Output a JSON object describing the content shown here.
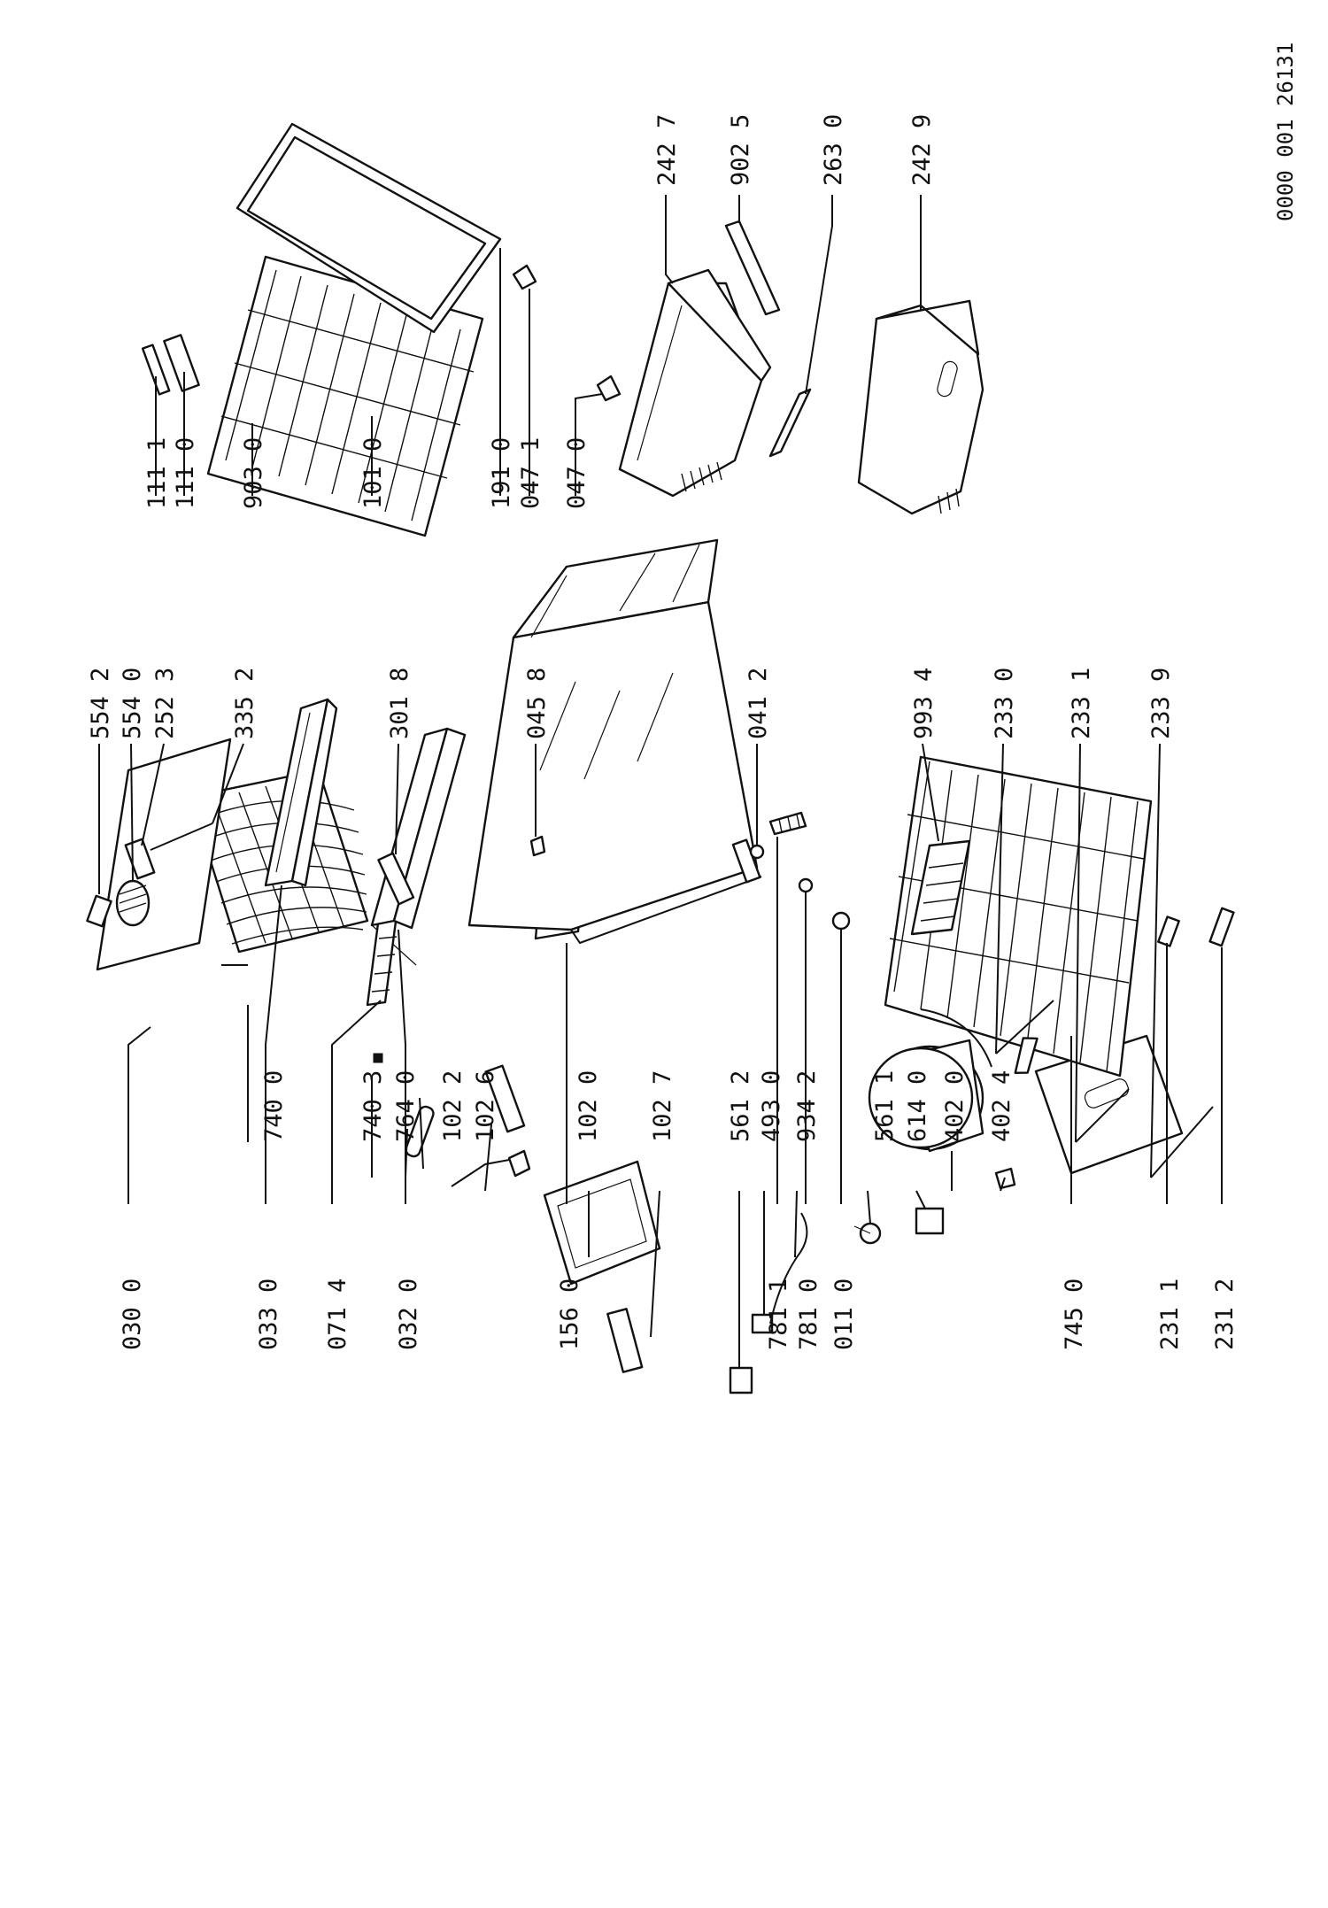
{
  "doc_number": "0000 001 26131",
  "labels": {
    "p740_0": "740 0",
    "p740_3": "740 3",
    "p764_0": "764 0",
    "p102_2": "102 2",
    "p102_6": "102 6",
    "p102_0": "102 0",
    "p102_7": "102 7",
    "p561_2": "561 2",
    "p493_0": "493 0",
    "p934_2": "934 2",
    "p561_1": "561 1",
    "p614_0": "614 0",
    "p402_0": "402 0",
    "p402_4": "402 4",
    "p030_0": "030 0",
    "p033_0": "033 0",
    "p071_4": "071 4",
    "p032_0": "032 0",
    "p156_0": "156 0",
    "p781_1": "781 1",
    "p781_0": "781 0",
    "p011_0": "011 0",
    "p745_0": "745 0",
    "p231_1": "231 1",
    "p231_2": "231 2",
    "p554_2": "554 2",
    "p554_0": "554 0",
    "p252_3": "252 3",
    "p335_2": "335 2",
    "p301_8": "301 8",
    "p045_8": "045 8",
    "p041_2": "041 2",
    "p993_4": "993 4",
    "p233_0": "233 0",
    "p233_1": "233 1",
    "p233_9": "233 9",
    "p111_1": "111 1",
    "p111_0": "111 0",
    "p903_0": "903 0",
    "p101_0": "101 0",
    "p191_0": "191 0",
    "p047_1": "047 1",
    "p047_0": "047 0",
    "p242_7": "242 7",
    "p902_5": "902 5",
    "p263_0": "263 0",
    "p242_9": "242 9"
  }
}
